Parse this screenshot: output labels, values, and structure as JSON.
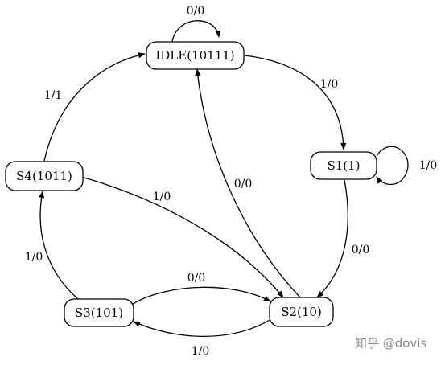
{
  "states": {
    "idle": "IDLE(10111)",
    "s1": "S1(1)",
    "s2": "S2(10)",
    "s3": "S3(101)",
    "s4": "S4(1011)"
  },
  "transitions": {
    "idle_self": "0/0",
    "idle_to_s1": "1/0",
    "s1_self": "1/0",
    "s1_to_s2": "0/0",
    "s2_to_idle": "0/0",
    "s2_to_s3": "1/0",
    "s3_to_s2": "0/0",
    "s3_to_s4": "1/0",
    "s4_to_s2": "1/0",
    "s4_to_idle": "1/1"
  },
  "watermark": "知乎 @dovis"
}
